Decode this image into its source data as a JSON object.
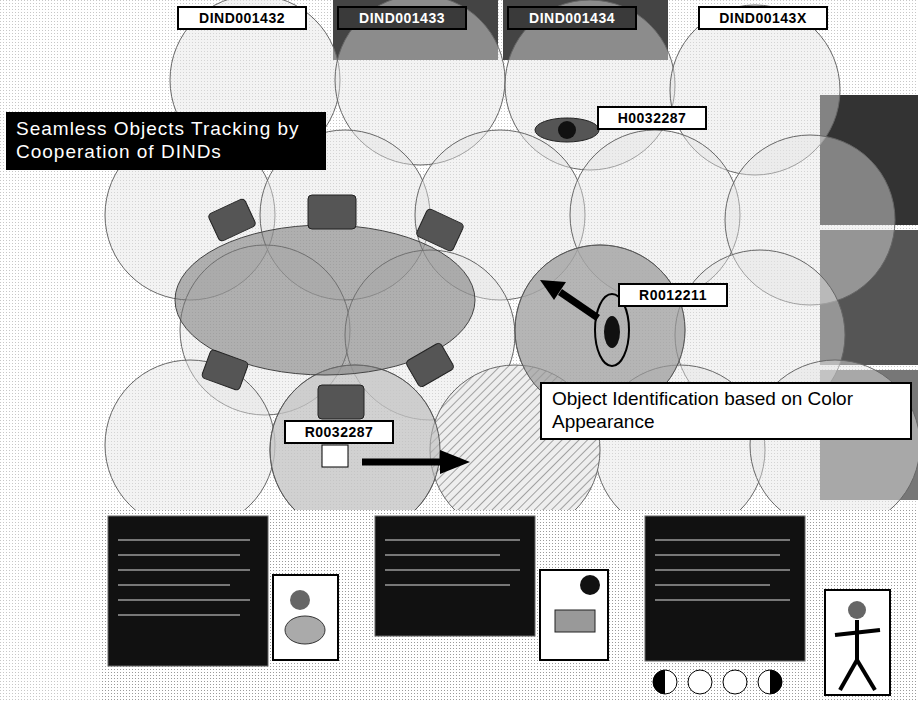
{
  "diagram": {
    "nodes": [
      {
        "text": [
          "DIND001432"
        ]
      },
      {
        "text": [
          "DIND001433"
        ]
      },
      {
        "text": [
          "DIND001434"
        ]
      },
      {
        "text": [
          "DIND00143X"
        ]
      },
      {
        "text": [
          "Seamless Objects Tracking by Cooperation of DINDs"
        ]
      },
      {
        "text": [
          "H0032287"
        ]
      },
      {
        "text": [
          "R0012211"
        ]
      },
      {
        "text": [
          "R0032287"
        ]
      },
      {
        "text": [
          "Object Identification based on Color Appearance"
        ]
      }
    ]
  }
}
